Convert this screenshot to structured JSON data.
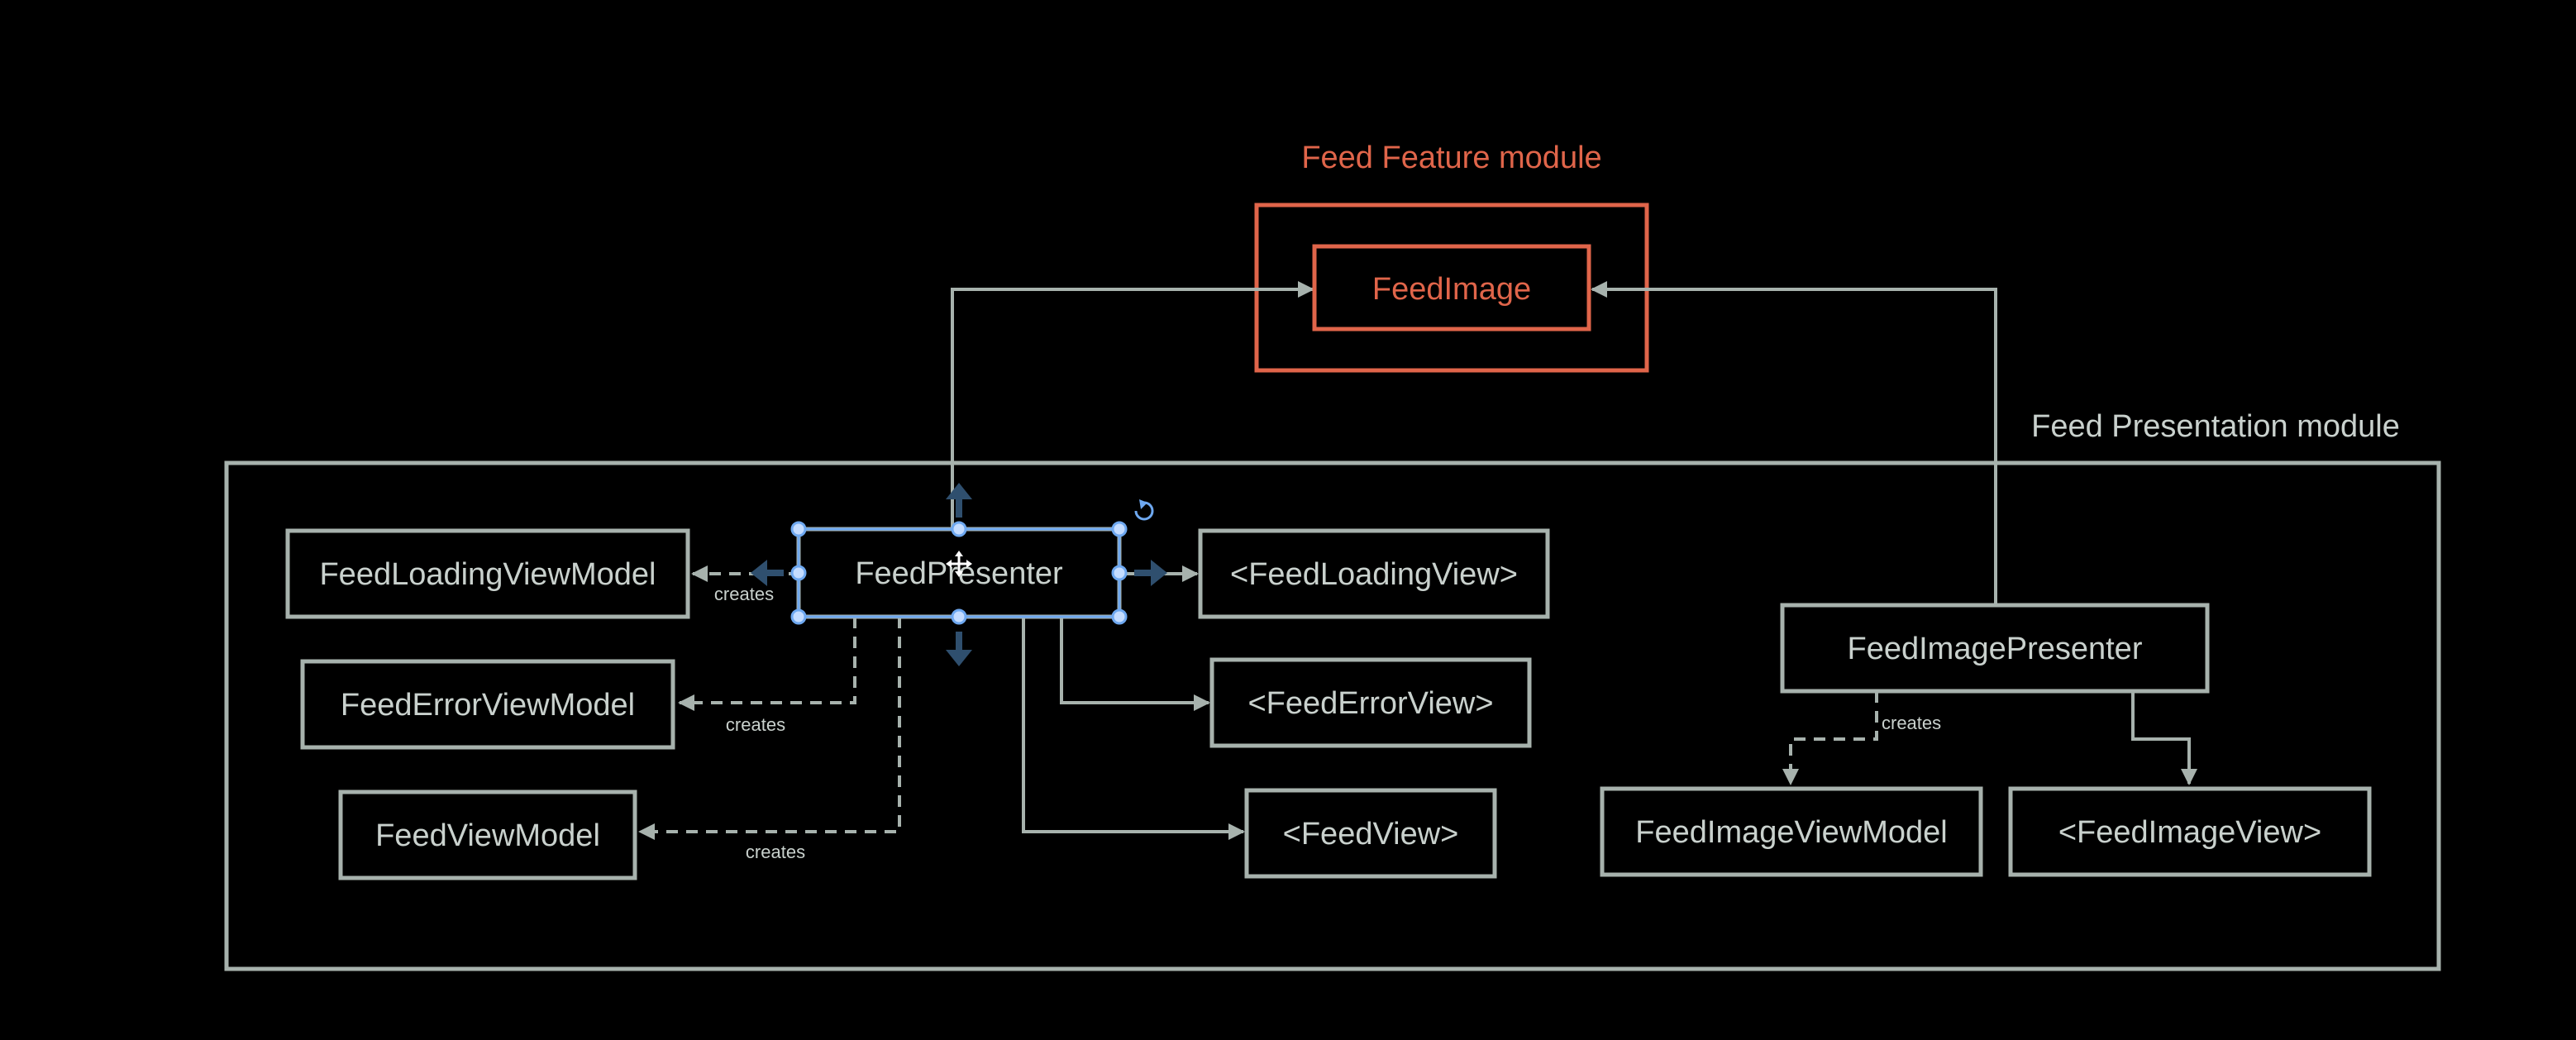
{
  "colors": {
    "background": "#000000",
    "node": "#a7b2ad",
    "text": "#c9d1cd",
    "feature": "#e0654a",
    "selection": "#6ea8f0"
  },
  "modules": {
    "feature": {
      "label": "Feed Feature module"
    },
    "presentation": {
      "label": "Feed Presentation module"
    }
  },
  "nodes": {
    "feed_image": "FeedImage",
    "feed_loading_view_model": "FeedLoadingViewModel",
    "feed_presenter": "FeedPresenter",
    "feed_loading_view": "<FeedLoadingView>",
    "feed_error_view_model": "FeedErrorViewModel",
    "feed_error_view": "<FeedErrorView>",
    "feed_view_model": "FeedViewModel",
    "feed_view": "<FeedView>",
    "feed_image_presenter": "FeedImagePresenter",
    "feed_image_view_model": "FeedImageViewModel",
    "feed_image_view": "<FeedImageView>"
  },
  "edge_labels": {
    "creates_loading": "creates",
    "creates_error": "creates",
    "creates_view": "creates",
    "creates_image": "creates"
  },
  "selection": {
    "selected_node": "FeedPresenter",
    "rotate_icon": "rotate-handle-icon",
    "move_icon": "move-cursor-icon"
  }
}
